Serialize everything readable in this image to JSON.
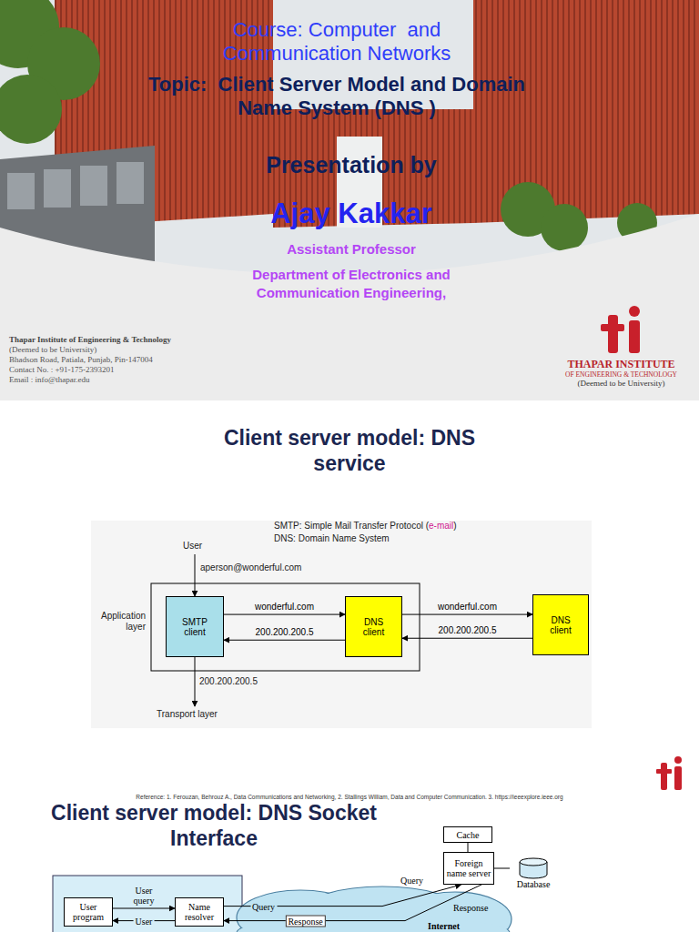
{
  "diagram": {
    "nodes": [
      {
        "text": [
          "SMTP client"
        ]
      },
      {
        "text": [
          "DNS client"
        ]
      },
      {
        "text": [
          "DNS client"
        ]
      },
      {
        "text": [
          "Cache"
        ]
      },
      {
        "text": [
          "Foreign name server"
        ]
      },
      {
        "text": [
          "Database"
        ]
      },
      {
        "text": [
          "User program"
        ]
      },
      {
        "text": [
          "Name resolver"
        ]
      }
    ],
    "edges": [
      {
        "from": 0,
        "to": 1,
        "label": "wonderful.com",
        "arrow": "to"
      },
      {
        "from": 1,
        "to": 0,
        "label": "200.200.200.5",
        "arrow": "to"
      },
      {
        "from": 1,
        "to": 2,
        "label": "wonderful.com",
        "arrow": "to"
      },
      {
        "from": 2,
        "to": 1,
        "label": "200.200.200.5",
        "arrow": "to"
      },
      {
        "from": 3,
        "to": 4,
        "arrow": "none"
      },
      {
        "from": 4,
        "to": 5,
        "arrow": "none"
      },
      {
        "from": 6,
        "to": 7,
        "label": "User query",
        "arrow": "to"
      },
      {
        "from": 7,
        "to": 6,
        "label": "User",
        "arrow": "to"
      },
      {
        "from": 7,
        "to": 4,
        "label": "Query",
        "arrow": "to"
      },
      {
        "from": 4,
        "to": 7,
        "label": "Response",
        "arrow": "to"
      }
    ],
    "labels": [
      "Course: Computer  and Communication Networks",
      "Topic:  Client Server Model and Domain Name System (DNS )",
      "Presentation by",
      "Ajay Kakkar",
      "Assistant Professor",
      "Department of Electronics and Communication Engineering,",
      "Thapar Institute of Engineering & Technology",
      "(Deemed to be University)",
      "Bhadson Road, Patiala, Punjab, Pin-147004",
      "Contact No. : +91-175-2393201",
      "Email : info@thapar.edu",
      "THAPAR INSTITUTE",
      "OF ENGINEERING & TECHNOLOGY",
      "(Deemed to be University)",
      "Client server model: DNS service",
      "SMTP: Simple Mail Transfer Protocol (",
      "e-mail",
      ")",
      "DNS: Domain Name System",
      "User",
      "aperson@wonderful.com",
      "Application layer",
      "200.200.200.5",
      "Transport layer",
      "Reference: 1. Ferouzan, Behrouz A., Data Communications and Networking, 2. Stallings William, Data and Computer Communication. 3. https://ieeexplore.ieee.org",
      "Client server model: DNS Socket Interface",
      "Internet",
      "Query",
      "Response"
    ]
  }
}
